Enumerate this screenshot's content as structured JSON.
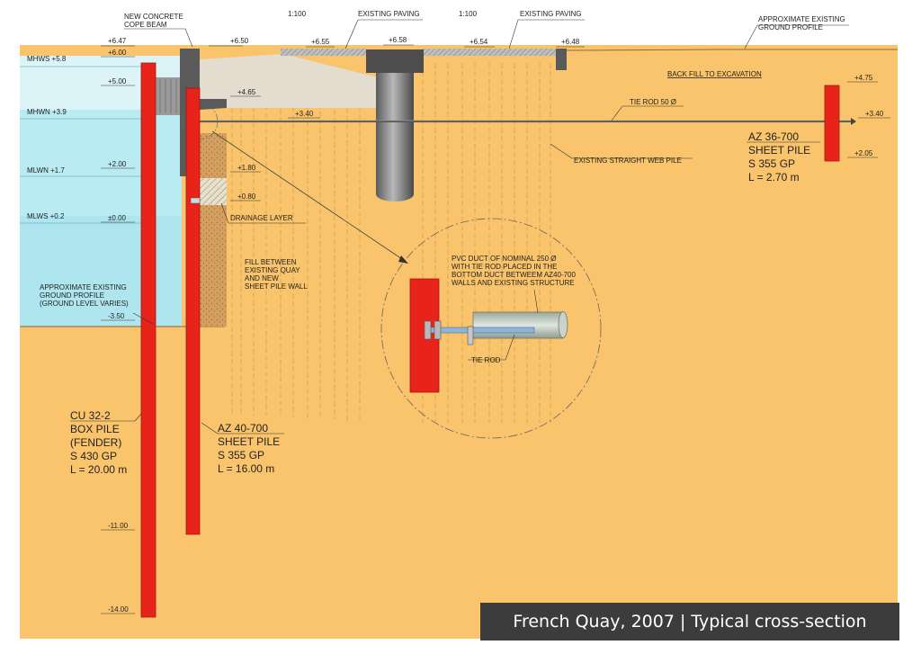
{
  "caption": "French Quay, 2007 | Typical cross-section",
  "scales": [
    "1:100",
    "1:100"
  ],
  "labels": {
    "cope_beam": [
      "NEW CONCRETE",
      "COPE BEAM"
    ],
    "paving_1": "EXISTING PAVING",
    "paving_2": "EXISTING PAVING",
    "ground_right": [
      "APPROXIMATE EXISTING",
      "GROUND PROFILE"
    ],
    "backfill": "BACK FILL TO EXCAVATION",
    "tie_rod_50": "TIE ROD 50 Ø",
    "web_pile": "EXISTING STRAIGHT WEB PILE",
    "drainage": "DRAINAGE LAYER",
    "fill": [
      "FILL BETWEEN",
      "EXISTING QUAY",
      "AND NEW",
      "SHEET PILE WALL"
    ],
    "ground_left": [
      "APPROXIMATE EXISTING",
      "GROUND PROFILE",
      "(GROUND LEVEL VARIES)"
    ],
    "pvc_duct": [
      "PVC DUCT OF NOMINAL 250 Ø",
      "WITH TIE ROD PLACED IN THE",
      "BOTTOM DUCT BETWEEM AZ40-700",
      "WALLS AND EXISTING STRUCTURE"
    ],
    "tie_rod_detail": "TIE ROD"
  },
  "tides": {
    "mhws": "MHWS +5.8",
    "mhwn": "MHWN +3.9",
    "mlwn": "MLWN +1.7",
    "mlws": "MLWS +0.2"
  },
  "levels": {
    "l647": "+6.47",
    "l600": "+6.00",
    "l500": "+5.00",
    "l650": "+6.50",
    "l655": "+6.55",
    "l658": "+6.58",
    "l654": "+6.54",
    "l648": "+6.48",
    "l465": "+4.65",
    "l340a": "+3.40",
    "l200": "+2.00",
    "l180": "+1.80",
    "l080": "+0.80",
    "l000": "±0.00",
    "l350": "-3.50",
    "l475": "+4.75",
    "l340b": "+3.40",
    "l205": "+2.05",
    "l1100": "-11.00",
    "l1400": "-14.00"
  },
  "piles": {
    "box": [
      "CU 32-2",
      "BOX PILE",
      "(FENDER)",
      "S 430 GP",
      "L = 20.00 m"
    ],
    "az40": [
      "AZ 40-700",
      "SHEET PILE",
      "S 355 GP",
      "L = 16.00 m"
    ],
    "az36": [
      "AZ 36-700",
      "SHEET PILE",
      "S 355 GP",
      "L = 2.70 m"
    ]
  },
  "colors": {
    "soil": "#f9c46b",
    "water": "#b9ebf2",
    "water_upper": "#dcf4f8",
    "pile_red": "#e8231a",
    "concrete": "#5a5a5a",
    "cope_light": "#e3dccf",
    "fill": "#d9a55f"
  }
}
